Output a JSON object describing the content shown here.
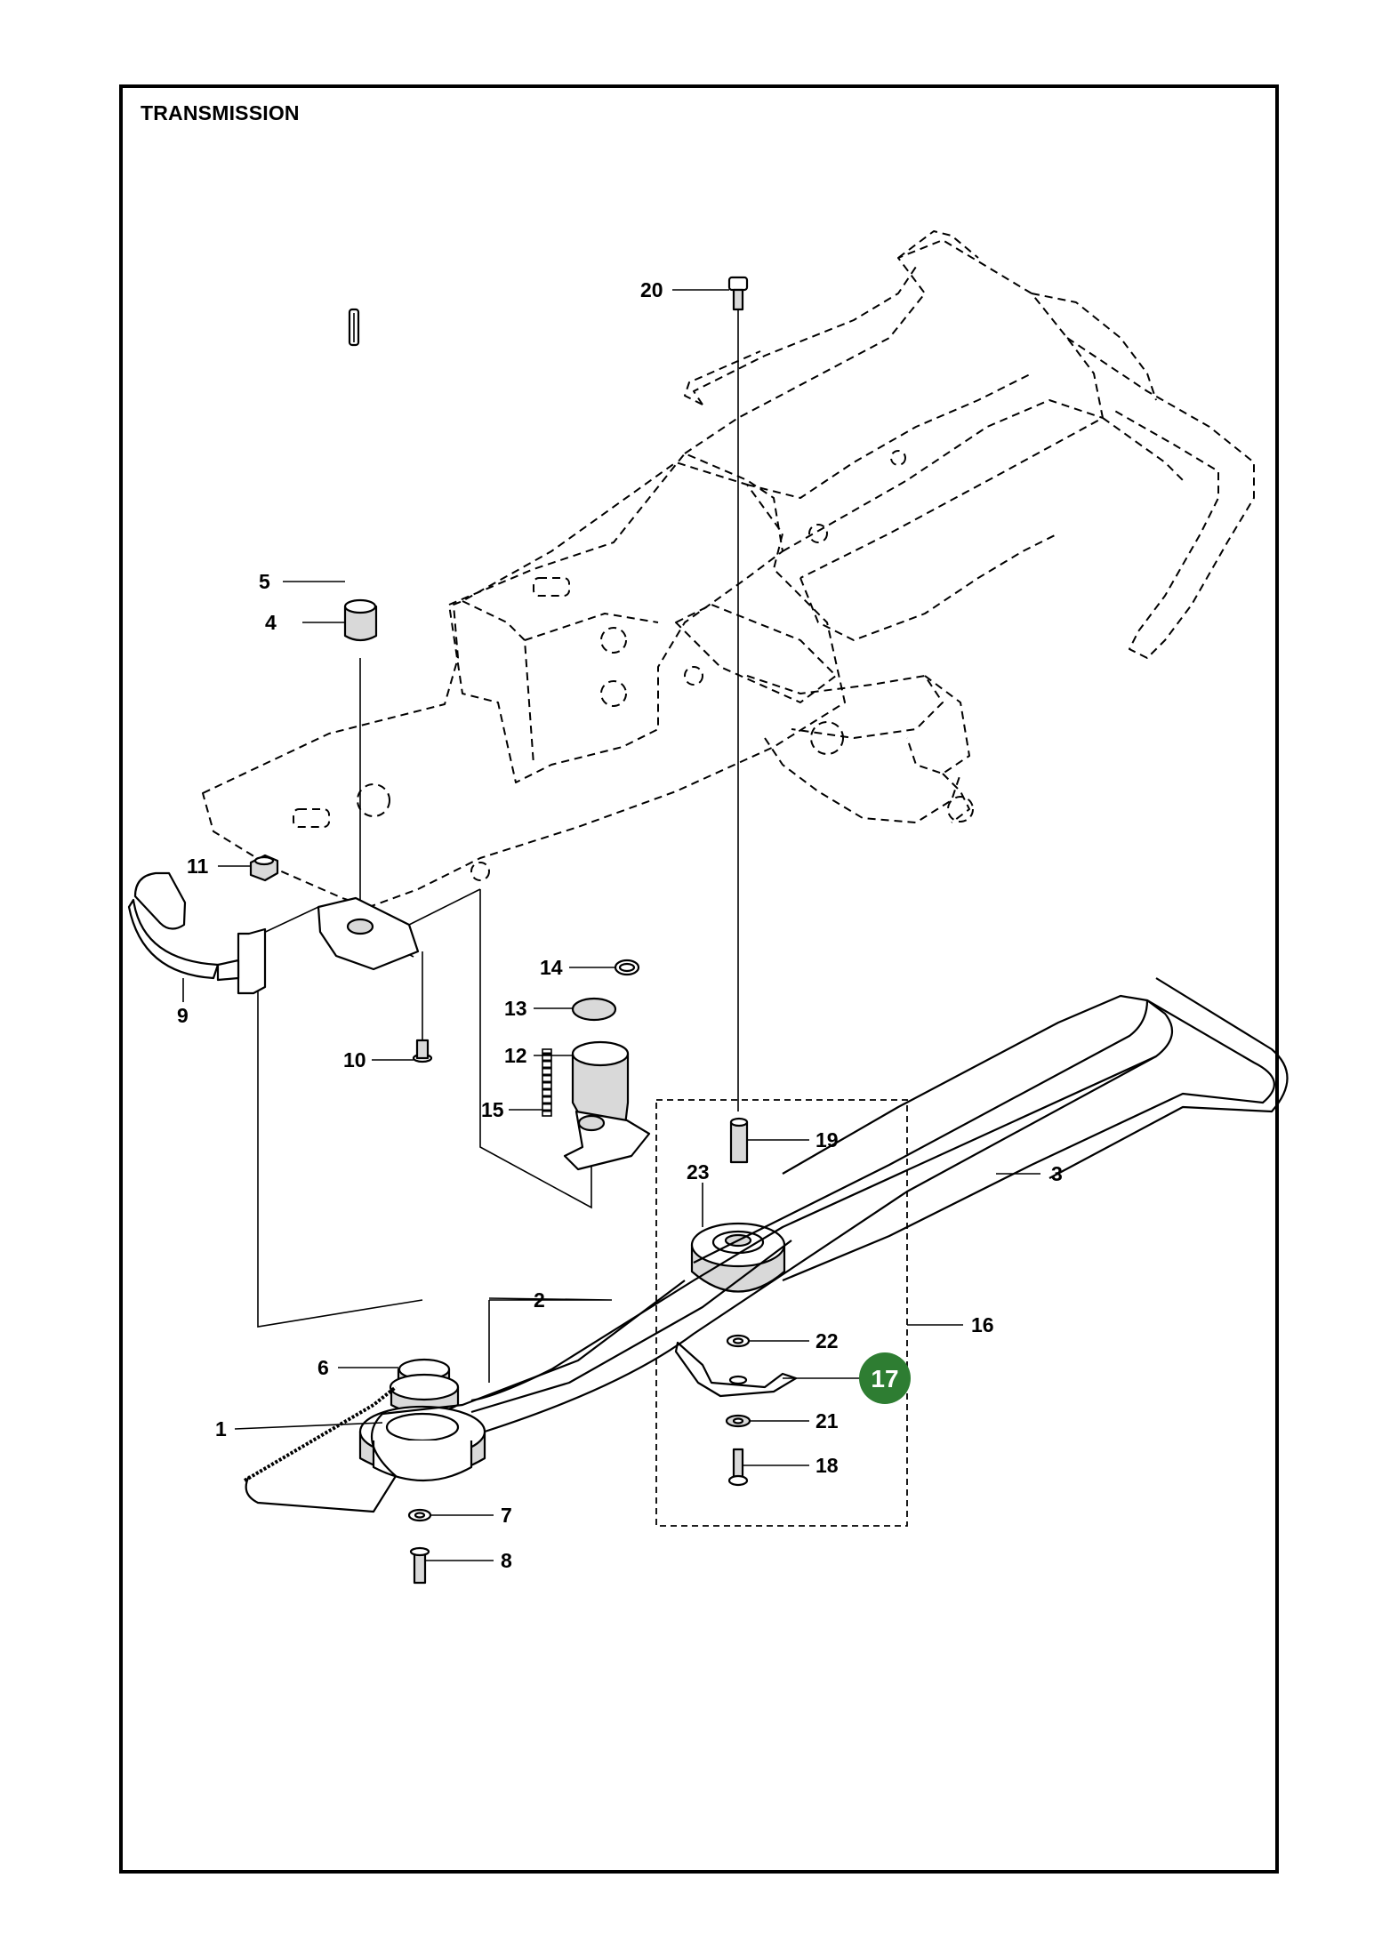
{
  "title": "TRANSMISSION",
  "colors": {
    "highlight": "#2e7d32",
    "ink": "#000000"
  },
  "parts": [
    {
      "id": "p1",
      "label": "1"
    },
    {
      "id": "p2",
      "label": "2"
    },
    {
      "id": "p3",
      "label": "3"
    },
    {
      "id": "p4",
      "label": "4"
    },
    {
      "id": "p5",
      "label": "5"
    },
    {
      "id": "p6",
      "label": "6"
    },
    {
      "id": "p7",
      "label": "7"
    },
    {
      "id": "p8",
      "label": "8"
    },
    {
      "id": "p9",
      "label": "9"
    },
    {
      "id": "p10",
      "label": "10"
    },
    {
      "id": "p11",
      "label": "11"
    },
    {
      "id": "p12",
      "label": "12"
    },
    {
      "id": "p13",
      "label": "13"
    },
    {
      "id": "p14",
      "label": "14"
    },
    {
      "id": "p15",
      "label": "15"
    },
    {
      "id": "p16",
      "label": "16"
    },
    {
      "id": "p17",
      "label": "17",
      "highlighted": true
    },
    {
      "id": "p18",
      "label": "18"
    },
    {
      "id": "p19",
      "label": "19"
    },
    {
      "id": "p20",
      "label": "20"
    },
    {
      "id": "p21",
      "label": "21"
    },
    {
      "id": "p22",
      "label": "22"
    },
    {
      "id": "p23",
      "label": "23"
    }
  ]
}
